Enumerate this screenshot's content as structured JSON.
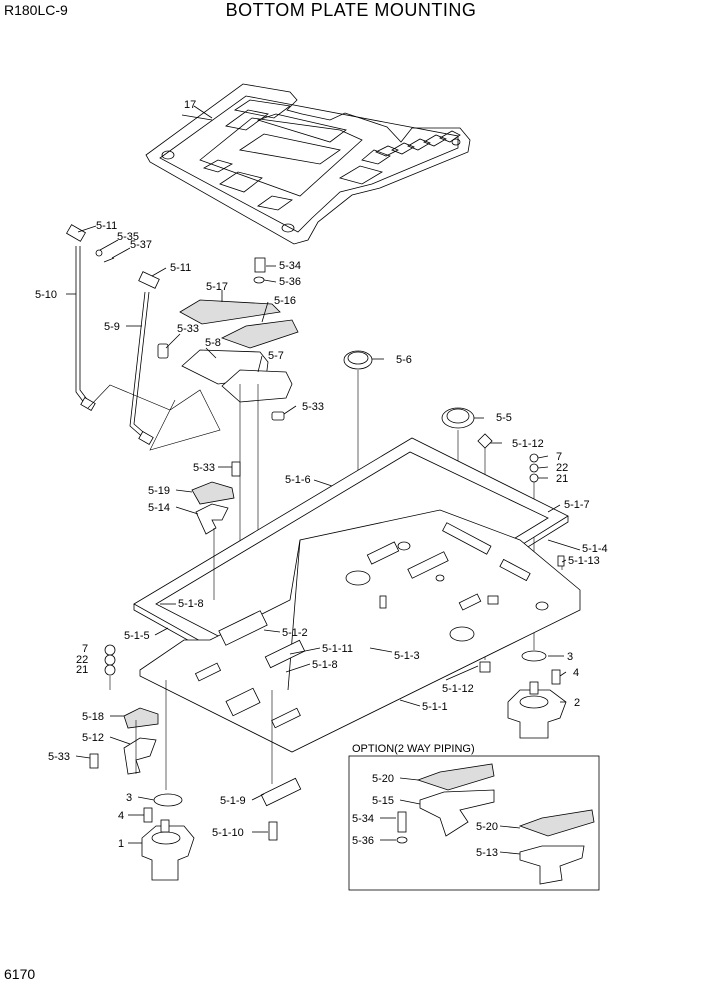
{
  "header": {
    "model": "R180LC-9",
    "title": "BOTTOM PLATE MOUNTING"
  },
  "footer": {
    "page_number": "6170"
  },
  "option_box": {
    "title": "OPTION(2 WAY PIPING)"
  },
  "labels": {
    "p17": "17",
    "p5_11a": "5-11",
    "p5_35": "5-35",
    "p5_37": "5-37",
    "p5_10": "5-10",
    "p5_11b": "5-11",
    "p5_9": "5-9",
    "p5_34": "5-34",
    "p5_36": "5-36",
    "p5_17": "5-17",
    "p5_16": "5-16",
    "p5_33a": "5-33",
    "p5_8": "5-8",
    "p5_7": "5-7",
    "p5_33b": "5-33",
    "p5_6": "5-6",
    "p5_5": "5-5",
    "p5_1_12a": "5-1-12",
    "p7a": "7",
    "p22a": "22",
    "p21a": "21",
    "p5_33c": "5-33",
    "p5_1_6": "5-1-6",
    "p5_19": "5-19",
    "p5_14": "5-14",
    "p5_1_7": "5-1-7",
    "p5_1_4": "5-1-4",
    "p5_1_13": "5-1-13",
    "p5_1_8a": "5-1-8",
    "p5_1_5": "5-1-5",
    "p5_1_2": "5-1-2",
    "p7b": "7",
    "p22b": "22",
    "p21b": "21",
    "p5_1_11": "5-1-11",
    "p5_1_3": "5-1-3",
    "p5_1_8b": "5-1-8",
    "p3a": "3",
    "p4a": "4",
    "p5_1_12b": "5-1-12",
    "p2": "2",
    "p5_1_1": "5-1-1",
    "p5_18": "5-18",
    "p5_12": "5-12",
    "p5_33d": "5-33",
    "p3b": "3",
    "p4b": "4",
    "p1": "1",
    "p5_1_9": "5-1-9",
    "p5_1_10": "5-1-10",
    "p5_20a": "5-20",
    "p5_15": "5-15",
    "p5_34b": "5-34",
    "p5_36b": "5-36",
    "p5_20b": "5-20",
    "p5_13": "5-13"
  }
}
